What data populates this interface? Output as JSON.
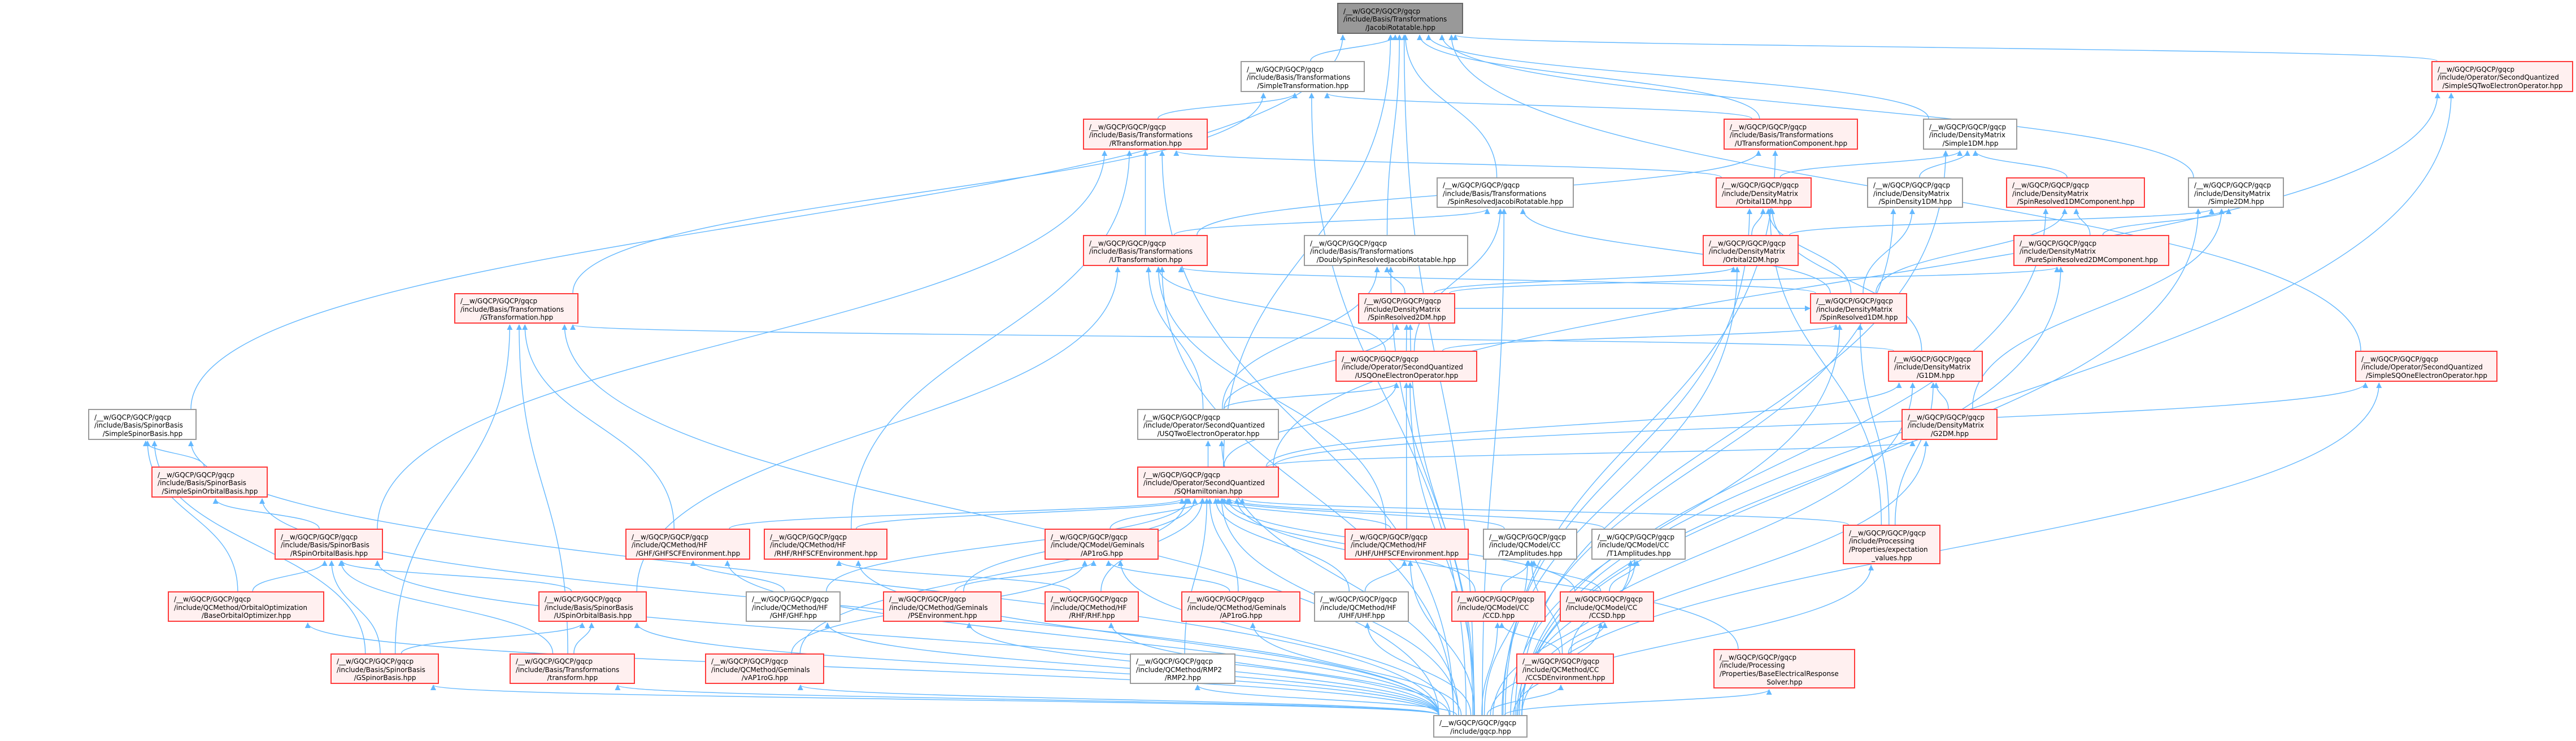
{
  "title": "JacobiRotatable.hpp include dependency graph",
  "colors": {
    "edge": "#63b8ff",
    "node_border_red": "#ff3b3b",
    "node_fill_red": "#fff0f0",
    "node_border_gray": "#9a9a9a",
    "root_fill": "#999999"
  },
  "nodes": [
    {
      "id": "jacobi",
      "style": "root",
      "lines": [
        "/__w/GQCP/GQCP/gqcp",
        "/include/Basis/Transformations",
        "/JacobiRotatable.hpp"
      ]
    },
    {
      "id": "simpletrans",
      "style": "gray",
      "lines": [
        "/__w/GQCP/GQCP/gqcp",
        "/include/Basis/Transformations",
        "/SimpleTransformation.hpp"
      ]
    },
    {
      "id": "sqtwo_simple",
      "style": "red",
      "lines": [
        "/__w/GQCP/GQCP/gqcp",
        "/include/Operator/SecondQuantized",
        "/SimpleSQTwoElectronOperator.hpp"
      ]
    },
    {
      "id": "rtrans",
      "style": "red",
      "lines": [
        "/__w/GQCP/GQCP/gqcp",
        "/include/Basis/Transformations",
        "/RTransformation.hpp"
      ]
    },
    {
      "id": "utranscomp",
      "style": "red",
      "lines": [
        "/__w/GQCP/GQCP/gqcp",
        "/include/Basis/Transformations",
        "/UTransformationComponent.hpp"
      ]
    },
    {
      "id": "simple1dm",
      "style": "gray",
      "lines": [
        "/__w/GQCP/GQCP/gqcp",
        "/include/DensityMatrix",
        "/Simple1DM.hpp"
      ]
    },
    {
      "id": "srjacobi",
      "style": "gray",
      "lines": [
        "/__w/GQCP/GQCP/gqcp",
        "/include/Basis/Transformations",
        "/SpinResolvedJacobiRotatable.hpp"
      ]
    },
    {
      "id": "orbital1dm",
      "style": "red",
      "lines": [
        "/__w/GQCP/GQCP/gqcp",
        "/include/DensityMatrix",
        "/Orbital1DM.hpp"
      ]
    },
    {
      "id": "spindensity1dm",
      "style": "gray",
      "lines": [
        "/__w/GQCP/GQCP/gqcp",
        "/include/DensityMatrix",
        "/SpinDensity1DM.hpp"
      ]
    },
    {
      "id": "sr1dmcomp",
      "style": "red",
      "lines": [
        "/__w/GQCP/GQCP/gqcp",
        "/include/DensityMatrix",
        "/SpinResolved1DMComponent.hpp"
      ]
    },
    {
      "id": "simple2dm",
      "style": "gray",
      "lines": [
        "/__w/GQCP/GQCP/gqcp",
        "/include/DensityMatrix",
        "/Simple2DM.hpp"
      ]
    },
    {
      "id": "utrans",
      "style": "red",
      "lines": [
        "/__w/GQCP/GQCP/gqcp",
        "/include/Basis/Transformations",
        "/UTransformation.hpp"
      ]
    },
    {
      "id": "dsrjacobi",
      "style": "gray",
      "lines": [
        "/__w/GQCP/GQCP/gqcp",
        "/include/Basis/Transformations",
        "/DoublySpinResolvedJacobiRotatable.hpp"
      ]
    },
    {
      "id": "orbital2dm",
      "style": "red",
      "lines": [
        "/__w/GQCP/GQCP/gqcp",
        "/include/DensityMatrix",
        "/Orbital2DM.hpp"
      ]
    },
    {
      "id": "pure2dmcomp",
      "style": "red",
      "lines": [
        "/__w/GQCP/GQCP/gqcp",
        "/include/DensityMatrix",
        "/PureSpinResolved2DMComponent.hpp"
      ]
    },
    {
      "id": "gtrans",
      "style": "red",
      "lines": [
        "/__w/GQCP/GQCP/gqcp",
        "/include/Basis/Transformations",
        "/GTransformation.hpp"
      ]
    },
    {
      "id": "sr2dm",
      "style": "red",
      "lines": [
        "/__w/GQCP/GQCP/gqcp",
        "/include/DensityMatrix",
        "/SpinResolved2DM.hpp"
      ]
    },
    {
      "id": "sr1dm",
      "style": "red",
      "lines": [
        "/__w/GQCP/GQCP/gqcp",
        "/include/DensityMatrix",
        "/SpinResolved1DM.hpp"
      ]
    },
    {
      "id": "usqone",
      "style": "red",
      "lines": [
        "/__w/GQCP/GQCP/gqcp",
        "/include/Operator/SecondQuantized",
        "/USQOneElectronOperator.hpp"
      ]
    },
    {
      "id": "g1dm",
      "style": "red",
      "lines": [
        "/__w/GQCP/GQCP/gqcp",
        "/include/DensityMatrix",
        "/G1DM.hpp"
      ]
    },
    {
      "id": "sqone_simple",
      "style": "red",
      "lines": [
        "/__w/GQCP/GQCP/gqcp",
        "/include/Operator/SecondQuantized",
        "/SimpleSQOneElectronOperator.hpp"
      ]
    },
    {
      "id": "simplespinor",
      "style": "gray",
      "lines": [
        "/__w/GQCP/GQCP/gqcp",
        "/include/Basis/SpinorBasis",
        "/SimpleSpinorBasis.hpp"
      ]
    },
    {
      "id": "usqtwo",
      "style": "gray",
      "lines": [
        "/__w/GQCP/GQCP/gqcp",
        "/include/Operator/SecondQuantized",
        "/USQTwoElectronOperator.hpp"
      ]
    },
    {
      "id": "g2dm",
      "style": "red",
      "lines": [
        "/__w/GQCP/GQCP/gqcp",
        "/include/DensityMatrix",
        "/G2DM.hpp"
      ]
    },
    {
      "id": "simplespinorb",
      "style": "red",
      "lines": [
        "/__w/GQCP/GQCP/gqcp",
        "/include/Basis/SpinorBasis",
        "/SimpleSpinOrbitalBasis.hpp"
      ]
    },
    {
      "id": "sqham",
      "style": "red",
      "lines": [
        "/__w/GQCP/GQCP/gqcp",
        "/include/Operator/SecondQuantized",
        "/SQHamiltonian.hpp"
      ]
    },
    {
      "id": "rspin",
      "style": "red",
      "lines": [
        "/__w/GQCP/GQCP/gqcp",
        "/include/Basis/SpinorBasis",
        "/RSpinOrbitalBasis.hpp"
      ]
    },
    {
      "id": "ghfscf",
      "style": "red",
      "lines": [
        "/__w/GQCP/GQCP/gqcp",
        "/include/QCMethod/HF",
        "/GHF/GHFSCFEnvironment.hpp"
      ]
    },
    {
      "id": "rhfscf",
      "style": "red",
      "lines": [
        "/__w/GQCP/GQCP/gqcp",
        "/include/QCMethod/HF",
        "/RHF/RHFSCFEnvironment.hpp"
      ]
    },
    {
      "id": "ap1rog_model",
      "style": "red",
      "lines": [
        "/__w/GQCP/GQCP/gqcp",
        "/include/QCModel/Geminals",
        "/AP1roG.hpp"
      ]
    },
    {
      "id": "uhfscf",
      "style": "red",
      "lines": [
        "/__w/GQCP/GQCP/gqcp",
        "/include/QCMethod/HF",
        "/UHF/UHFSCFEnvironment.hpp"
      ]
    },
    {
      "id": "t2",
      "style": "gray",
      "lines": [
        "/__w/GQCP/GQCP/gqcp",
        "/include/QCModel/CC",
        "/T2Amplitudes.hpp"
      ]
    },
    {
      "id": "t1",
      "style": "gray",
      "lines": [
        "/__w/GQCP/GQCP/gqcp",
        "/include/QCModel/CC",
        "/T1Amplitudes.hpp"
      ]
    },
    {
      "id": "expval",
      "style": "red",
      "lines": [
        "/__w/GQCP/GQCP/gqcp",
        "/include/Processing",
        "/Properties/expectation",
        "_values.hpp"
      ]
    },
    {
      "id": "baseopt",
      "style": "red",
      "lines": [
        "/__w/GQCP/GQCP/gqcp",
        "/include/QCMethod/OrbitalOptimization",
        "/BaseOrbitalOptimizer.hpp"
      ]
    },
    {
      "id": "uspin",
      "style": "red",
      "lines": [
        "/__w/GQCP/GQCP/gqcp",
        "/include/Basis/SpinorBasis",
        "/USpinOrbitalBasis.hpp"
      ]
    },
    {
      "id": "ghf",
      "style": "gray",
      "lines": [
        "/__w/GQCP/GQCP/gqcp",
        "/include/QCMethod/HF",
        "/GHF/GHF.hpp"
      ]
    },
    {
      "id": "psenv",
      "style": "red",
      "lines": [
        "/__w/GQCP/GQCP/gqcp",
        "/include/QCMethod/Geminals",
        "/PSEnvironment.hpp"
      ]
    },
    {
      "id": "rhf",
      "style": "red",
      "lines": [
        "/__w/GQCP/GQCP/gqcp",
        "/include/QCMethod/HF",
        "/RHF/RHF.hpp"
      ]
    },
    {
      "id": "ap1rog_method",
      "style": "red",
      "lines": [
        "/__w/GQCP/GQCP/gqcp",
        "/include/QCMethod/Geminals",
        "/AP1roG.hpp"
      ]
    },
    {
      "id": "uhf",
      "style": "gray",
      "lines": [
        "/__w/GQCP/GQCP/gqcp",
        "/include/QCMethod/HF",
        "/UHF/UHF.hpp"
      ]
    },
    {
      "id": "ccd",
      "style": "red",
      "lines": [
        "/__w/GQCP/GQCP/gqcp",
        "/include/QCModel/CC",
        "/CCD.hpp"
      ]
    },
    {
      "id": "ccsd",
      "style": "red",
      "lines": [
        "/__w/GQCP/GQCP/gqcp",
        "/include/QCModel/CC",
        "/CCSD.hpp"
      ]
    },
    {
      "id": "gspinor",
      "style": "red",
      "lines": [
        "/__w/GQCP/GQCP/gqcp",
        "/include/Basis/SpinorBasis",
        "/GSpinorBasis.hpp"
      ]
    },
    {
      "id": "transform",
      "style": "red",
      "lines": [
        "/__w/GQCP/GQCP/gqcp",
        "/include/Basis/Transformations",
        "/transform.hpp"
      ]
    },
    {
      "id": "vap1rog",
      "style": "red",
      "lines": [
        "/__w/GQCP/GQCP/gqcp",
        "/include/QCMethod/Geminals",
        "/vAP1roG.hpp"
      ]
    },
    {
      "id": "rmp2",
      "style": "gray",
      "lines": [
        "/__w/GQCP/GQCP/gqcp",
        "/include/QCMethod/RMP2",
        "/RMP2.hpp"
      ]
    },
    {
      "id": "ccsdenv",
      "style": "red",
      "lines": [
        "/__w/GQCP/GQCP/gqcp",
        "/include/QCMethod/CC",
        "/CCSDEnvironment.hpp"
      ]
    },
    {
      "id": "bers",
      "style": "red",
      "lines": [
        "/__w/GQCP/GQCP/gqcp",
        "/include/Processing",
        "/Properties/BaseElectricalResponse",
        "Solver.hpp"
      ]
    },
    {
      "id": "gqcp",
      "style": "gray",
      "lines": [
        "/__w/GQCP/GQCP/gqcp",
        "/include/gqcp.hpp"
      ]
    }
  ],
  "edges": [
    [
      "simpletrans",
      "jacobi"
    ],
    [
      "srjacobi",
      "jacobi"
    ],
    [
      "dsrjacobi",
      "jacobi"
    ],
    [
      "simple1dm",
      "jacobi"
    ],
    [
      "simple2dm",
      "jacobi"
    ],
    [
      "sqtwo_simple",
      "jacobi"
    ],
    [
      "sqone_simple",
      "jacobi"
    ],
    [
      "simplespinor",
      "jacobi"
    ],
    [
      "sqham",
      "jacobi"
    ],
    [
      "gqcp",
      "jacobi"
    ],
    [
      "utranscomp",
      "jacobi"
    ],
    [
      "rtrans",
      "simpletrans"
    ],
    [
      "utranscomp",
      "simpletrans"
    ],
    [
      "gtrans",
      "simpletrans"
    ],
    [
      "utrans",
      "rtrans"
    ],
    [
      "utrans",
      "utranscomp"
    ],
    [
      "utrans",
      "srjacobi"
    ],
    [
      "rspin",
      "rtrans"
    ],
    [
      "rspin",
      "simplespinorb"
    ],
    [
      "simplespinorb",
      "simplespinor"
    ],
    [
      "uspin",
      "rspin"
    ],
    [
      "uspin",
      "utrans"
    ],
    [
      "gspinor",
      "gtrans"
    ],
    [
      "gspinor",
      "simplespinor"
    ],
    [
      "gspinor",
      "uspin"
    ],
    [
      "gspinor",
      "rspin"
    ],
    [
      "baseopt",
      "rspin"
    ],
    [
      "baseopt",
      "simplespinor"
    ],
    [
      "transform",
      "rspin"
    ],
    [
      "transform",
      "uspin"
    ],
    [
      "transform",
      "gtrans"
    ],
    [
      "orbital1dm",
      "simple1dm"
    ],
    [
      "orbital1dm",
      "rtrans"
    ],
    [
      "spindensity1dm",
      "simple1dm"
    ],
    [
      "sr1dmcomp",
      "simple1dm"
    ],
    [
      "orbital2dm",
      "orbital1dm"
    ],
    [
      "orbital2dm",
      "simple2dm"
    ],
    [
      "pure2dmcomp",
      "simple2dm"
    ],
    [
      "pure2dmcomp",
      "sr1dmcomp"
    ],
    [
      "sr1dm",
      "orbital1dm"
    ],
    [
      "sr1dm",
      "spindensity1dm"
    ],
    [
      "sr1dm",
      "sr1dmcomp"
    ],
    [
      "sr1dm",
      "srjacobi"
    ],
    [
      "sr1dm",
      "utrans"
    ],
    [
      "sr2dm",
      "orbital2dm"
    ],
    [
      "sr2dm",
      "sr1dm"
    ],
    [
      "sr2dm",
      "pure2dmcomp"
    ],
    [
      "sr2dm",
      "dsrjacobi"
    ],
    [
      "g1dm",
      "orbital1dm"
    ],
    [
      "g1dm",
      "gtrans"
    ],
    [
      "g2dm",
      "g1dm"
    ],
    [
      "g2dm",
      "simple2dm"
    ],
    [
      "usqone",
      "sr1dm"
    ],
    [
      "usqone",
      "sr2dm"
    ],
    [
      "usqone",
      "srjacobi"
    ],
    [
      "usqone",
      "utrans"
    ],
    [
      "usqtwo",
      "usqone"
    ],
    [
      "usqtwo",
      "dsrjacobi"
    ],
    [
      "usqtwo",
      "sr2dm"
    ],
    [
      "usqtwo",
      "utrans"
    ],
    [
      "sqham",
      "usqtwo"
    ],
    [
      "sqham",
      "usqone"
    ],
    [
      "sqham",
      "sqone_simple"
    ],
    [
      "sqham",
      "sqtwo_simple"
    ],
    [
      "sqham",
      "g1dm"
    ],
    [
      "sqham",
      "g2dm"
    ],
    [
      "ghfscf",
      "sqham"
    ],
    [
      "ghfscf",
      "gtrans"
    ],
    [
      "rhfscf",
      "sqham"
    ],
    [
      "rhfscf",
      "rtrans"
    ],
    [
      "uhfscf",
      "sqham"
    ],
    [
      "uhfscf",
      "usqone"
    ],
    [
      "uhfscf",
      "utrans"
    ],
    [
      "ap1rog_model",
      "sqham"
    ],
    [
      "t2",
      "sqham"
    ],
    [
      "t1",
      "sqham"
    ],
    [
      "expval",
      "sqham"
    ],
    [
      "expval",
      "g1dm"
    ],
    [
      "expval",
      "orbital1dm"
    ],
    [
      "expval",
      "sr1dm"
    ],
    [
      "ghf",
      "ghfscf"
    ],
    [
      "ghf",
      "sqham"
    ],
    [
      "rhf",
      "rhfscf"
    ],
    [
      "rhf",
      "sqham"
    ],
    [
      "uhf",
      "uhfscf"
    ],
    [
      "uhf",
      "sqham"
    ],
    [
      "psenv",
      "ap1rog_model"
    ],
    [
      "psenv",
      "sqham"
    ],
    [
      "ap1rog_method",
      "ap1rog_model"
    ],
    [
      "ap1rog_method",
      "sqham"
    ],
    [
      "ccd",
      "t2"
    ],
    [
      "ccd",
      "sqham"
    ],
    [
      "ccsd",
      "t1"
    ],
    [
      "ccsd",
      "t2"
    ],
    [
      "ccsd",
      "sqham"
    ],
    [
      "ccsdenv",
      "ccd"
    ],
    [
      "ccsdenv",
      "ccsd"
    ],
    [
      "ccsdenv",
      "t1"
    ],
    [
      "ccsdenv",
      "t2"
    ],
    [
      "vap1rog",
      "sqham"
    ],
    [
      "vap1rog",
      "ap1rog_model"
    ],
    [
      "rmp2",
      "sqham"
    ],
    [
      "bers",
      "sqham"
    ],
    [
      "gqcp",
      "gspinor"
    ],
    [
      "gqcp",
      "transform"
    ],
    [
      "gqcp",
      "vap1rog"
    ],
    [
      "gqcp",
      "rmp2"
    ],
    [
      "gqcp",
      "ccsdenv"
    ],
    [
      "gqcp",
      "bers"
    ],
    [
      "gqcp",
      "baseopt"
    ],
    [
      "gqcp",
      "uspin"
    ],
    [
      "gqcp",
      "ghf"
    ],
    [
      "gqcp",
      "psenv"
    ],
    [
      "gqcp",
      "rhf"
    ],
    [
      "gqcp",
      "ap1rog_method"
    ],
    [
      "gqcp",
      "uhf"
    ],
    [
      "gqcp",
      "ccd"
    ],
    [
      "gqcp",
      "ccsd"
    ],
    [
      "gqcp",
      "rspin"
    ],
    [
      "gqcp",
      "ghfscf"
    ],
    [
      "gqcp",
      "rhfscf"
    ],
    [
      "gqcp",
      "ap1rog_model"
    ],
    [
      "gqcp",
      "uhfscf"
    ],
    [
      "gqcp",
      "t2"
    ],
    [
      "gqcp",
      "t1"
    ],
    [
      "gqcp",
      "expval"
    ],
    [
      "gqcp",
      "simplespinor"
    ],
    [
      "gqcp",
      "simplespinorb"
    ],
    [
      "gqcp",
      "usqtwo"
    ],
    [
      "gqcp",
      "g2dm"
    ],
    [
      "gqcp",
      "sqham"
    ],
    [
      "gqcp",
      "usqone"
    ],
    [
      "gqcp",
      "g1dm"
    ],
    [
      "gqcp",
      "sqone_simple"
    ],
    [
      "gqcp",
      "sqtwo_simple"
    ],
    [
      "gqcp",
      "sr2dm"
    ],
    [
      "gqcp",
      "sr1dm"
    ],
    [
      "gqcp",
      "gtrans"
    ],
    [
      "gqcp",
      "utrans"
    ],
    [
      "gqcp",
      "rtrans"
    ],
    [
      "gqcp",
      "orbital1dm"
    ],
    [
      "gqcp",
      "orbital2dm"
    ],
    [
      "gqcp",
      "simple1dm"
    ],
    [
      "gqcp",
      "simple2dm"
    ],
    [
      "gqcp",
      "pure2dmcomp"
    ],
    [
      "gqcp",
      "sr1dmcomp"
    ],
    [
      "gqcp",
      "spindensity1dm"
    ],
    [
      "gqcp",
      "simpletrans"
    ],
    [
      "gqcp",
      "srjacobi"
    ],
    [
      "gqcp",
      "dsrjacobi"
    ],
    [
      "gqcp",
      "utranscomp"
    ]
  ]
}
